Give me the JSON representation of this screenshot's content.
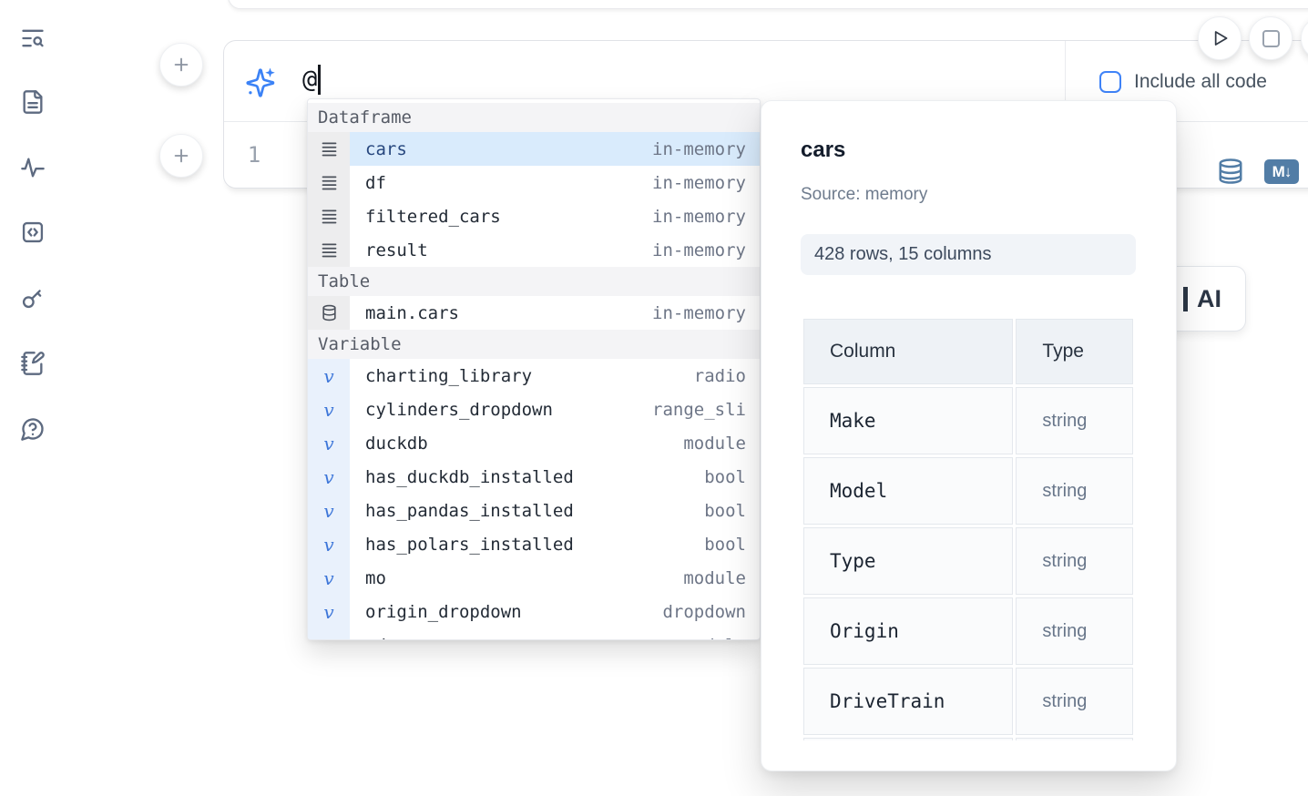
{
  "colors": {
    "accent": "#3b82f6",
    "steel_blue": "#527da6",
    "sidebar_icon": "#5d6a80",
    "selected_row_bg": "#d9ebfc",
    "badge_bg": "#f1f4f8"
  },
  "sidebar": {
    "items": [
      {
        "icon": "text-search-icon"
      },
      {
        "icon": "document-icon"
      },
      {
        "icon": "activity-icon"
      },
      {
        "icon": "code-snippet-icon"
      },
      {
        "icon": "key-icon"
      },
      {
        "icon": "scratchpad-icon"
      },
      {
        "icon": "help-chat-icon"
      }
    ]
  },
  "prompt": {
    "value": "@",
    "include_all_code_label": "Include all code",
    "include_all_code_checked": false
  },
  "editor": {
    "line_number": "1",
    "markdown_badge": "M↓"
  },
  "completion": {
    "sections": [
      {
        "label": "Dataframe",
        "items": [
          {
            "name": "cars",
            "type": "in-memory",
            "kind": "dataframe",
            "selected": true
          },
          {
            "name": "df",
            "type": "in-memory",
            "kind": "dataframe",
            "selected": false
          },
          {
            "name": "filtered_cars",
            "type": "in-memory",
            "kind": "dataframe",
            "selected": false
          },
          {
            "name": "result",
            "type": "in-memory",
            "kind": "dataframe",
            "selected": false
          }
        ]
      },
      {
        "label": "Table",
        "items": [
          {
            "name": "main.cars",
            "type": "in-memory",
            "kind": "table",
            "selected": false
          }
        ]
      },
      {
        "label": "Variable",
        "items": [
          {
            "name": "charting_library",
            "type": "radio",
            "kind": "variable",
            "selected": false
          },
          {
            "name": "cylinders_dropdown",
            "type": "range_sli",
            "kind": "variable",
            "selected": false
          },
          {
            "name": "duckdb",
            "type": "module",
            "kind": "variable",
            "selected": false
          },
          {
            "name": "has_duckdb_installed",
            "type": "bool",
            "kind": "variable",
            "selected": false
          },
          {
            "name": "has_pandas_installed",
            "type": "bool",
            "kind": "variable",
            "selected": false
          },
          {
            "name": "has_polars_installed",
            "type": "bool",
            "kind": "variable",
            "selected": false
          },
          {
            "name": "mo",
            "type": "module",
            "kind": "variable",
            "selected": false
          },
          {
            "name": "origin_dropdown",
            "type": "dropdown",
            "kind": "variable",
            "selected": false
          },
          {
            "name": "pd",
            "type": "module",
            "kind": "variable",
            "selected": false
          }
        ]
      }
    ]
  },
  "preview": {
    "title": "cars",
    "source": "Source: memory",
    "shape": "428 rows, 15 columns",
    "table": {
      "headers": [
        "Column",
        "Type"
      ],
      "rows": [
        [
          "Make",
          "string"
        ],
        [
          "Model",
          "string"
        ],
        [
          "Type",
          "string"
        ],
        [
          "Origin",
          "string"
        ],
        [
          "DriveTrain",
          "string"
        ],
        [
          "",
          ""
        ]
      ]
    }
  },
  "ai_button": {
    "label": "AI"
  }
}
